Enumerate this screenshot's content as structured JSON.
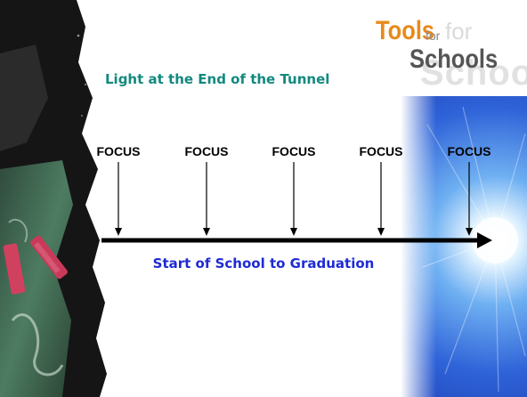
{
  "slide": {
    "title": "Light at the End of the Tunnel",
    "subtitle": "Start of School to Graduation"
  },
  "diagram": {
    "focus_labels": [
      "FOCUS",
      "FOCUS",
      "FOCUS",
      "FOCUS",
      "FOCUS"
    ]
  },
  "logo": {
    "tools": "Tools",
    "for": "for",
    "schools": "Schools",
    "ghost_schools": "Schools",
    "ghost_for": "for"
  },
  "colors": {
    "title": "#12897f",
    "subtitle": "#1e2bd4",
    "timeline": "#000000",
    "glow": "#ffffff",
    "blue_panel": "#1f4fd1",
    "chalkboard": "#3e6b4f"
  }
}
